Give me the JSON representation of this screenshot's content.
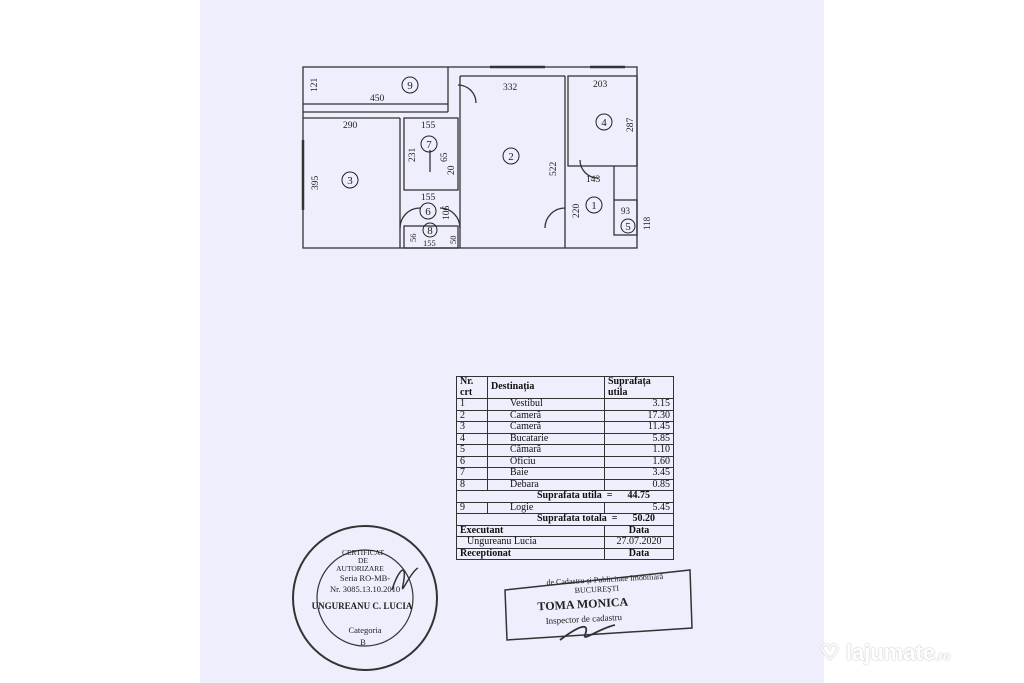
{
  "plan": {
    "dims": {
      "d121": "121",
      "d450": "450",
      "d332": "332",
      "d203": "203",
      "d287": "287",
      "d290": "290",
      "d155a": "155",
      "d231": "231",
      "d65": "65",
      "d20": "20",
      "d522": "522",
      "d395": "395",
      "d143": "143",
      "d155b": "155",
      "d106": "106",
      "d220": "220",
      "d93": "93",
      "d118": "118",
      "d56": "56",
      "d155c": "155",
      "d50": "50"
    },
    "rooms": {
      "r1": "1",
      "r2": "2",
      "r3": "3",
      "r4": "4",
      "r5": "5",
      "r6": "6",
      "r7": "7",
      "r8": "8",
      "r9": "9"
    }
  },
  "table": {
    "headers": {
      "nr": "Nr.",
      "crt": "crt",
      "dest": "Destinația",
      "supr1": "Suprafața",
      "supr2": "utila"
    },
    "rows": [
      {
        "nr": "1",
        "dest": "Vestibul",
        "area": "3.15"
      },
      {
        "nr": "2",
        "dest": "Cameră",
        "area": "17.30"
      },
      {
        "nr": "3",
        "dest": "Cameră",
        "area": "11.45"
      },
      {
        "nr": "4",
        "dest": "Bucatarie",
        "area": "5.85"
      },
      {
        "nr": "5",
        "dest": "Cămară",
        "area": "1.10"
      },
      {
        "nr": "6",
        "dest": "Oficiu",
        "area": "1.60"
      },
      {
        "nr": "7",
        "dest": "Baie",
        "area": "3.45"
      },
      {
        "nr": "8",
        "dest": "Debara",
        "area": "0.85"
      }
    ],
    "utila_label": "Suprafata utila",
    "utila_eq": "=",
    "utila_value": "44.75",
    "logie": {
      "nr": "9",
      "dest": "Logie",
      "area": "5.45"
    },
    "totala_label": "Suprafata totala",
    "totala_eq": "=",
    "totala_value": "50.20",
    "executant_label": "Executant",
    "data_label": "Data",
    "executant_name": "Ungureanu Lucia",
    "executant_date": "27.07.2020",
    "receptionat_label": "Receptionat",
    "data_label2": "Data"
  },
  "stamps": {
    "round": {
      "line1": "CERTIFICAT",
      "line2": "DE",
      "line3": "AUTORIZARE",
      "line4": "Seria RO-MB-",
      "line5": "Nr. 3085.13.10.2010",
      "line6": "UNGUREANU C. LUCIA",
      "line7": "Categoria",
      "line8": "B"
    },
    "rect": {
      "line1": "de Cadastru și Publicitate Imobiliară",
      "line2": "BUCUREȘTI",
      "name": "TOMA MONICA",
      "role": "Inspector de cadastru"
    }
  },
  "watermark": {
    "brand": "lajumate",
    "tld": ".ro"
  }
}
